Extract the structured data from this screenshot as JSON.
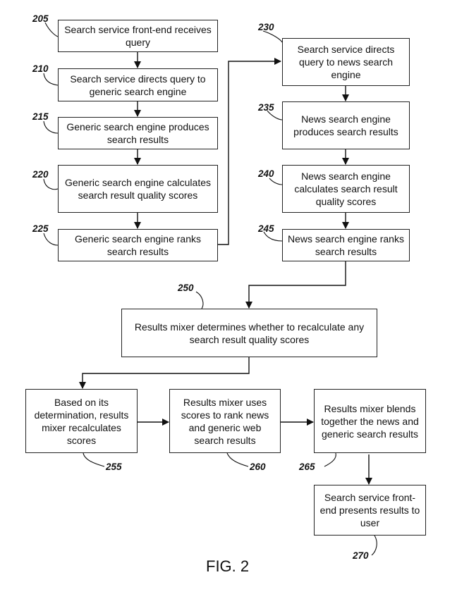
{
  "steps": [
    {
      "ref": "205",
      "text": "Search service front-end receives query"
    },
    {
      "ref": "210",
      "text": "Search service directs query to generic search engine"
    },
    {
      "ref": "215",
      "text": "Generic search engine produces search results"
    },
    {
      "ref": "220",
      "text": "Generic search engine calculates search result quality scores"
    },
    {
      "ref": "225",
      "text": "Generic search engine ranks search results"
    },
    {
      "ref": "230",
      "text": "Search service directs query to news search engine"
    },
    {
      "ref": "235",
      "text": "News search engine produces search results"
    },
    {
      "ref": "240",
      "text": "News search engine calculates search result quality scores"
    },
    {
      "ref": "245",
      "text": "News search engine ranks search results"
    },
    {
      "ref": "250",
      "text": "Results mixer determines whether to recalculate any search result quality scores"
    },
    {
      "ref": "255",
      "text": "Based on its determination, results mixer recalculates scores"
    },
    {
      "ref": "260",
      "text": "Results mixer uses scores to rank news and generic web search results"
    },
    {
      "ref": "265",
      "text": "Results mixer blends together the news and generic search results"
    },
    {
      "ref": "270",
      "text": "Search service front-end presents results to user"
    }
  ],
  "figure_label": "FIG. 2"
}
